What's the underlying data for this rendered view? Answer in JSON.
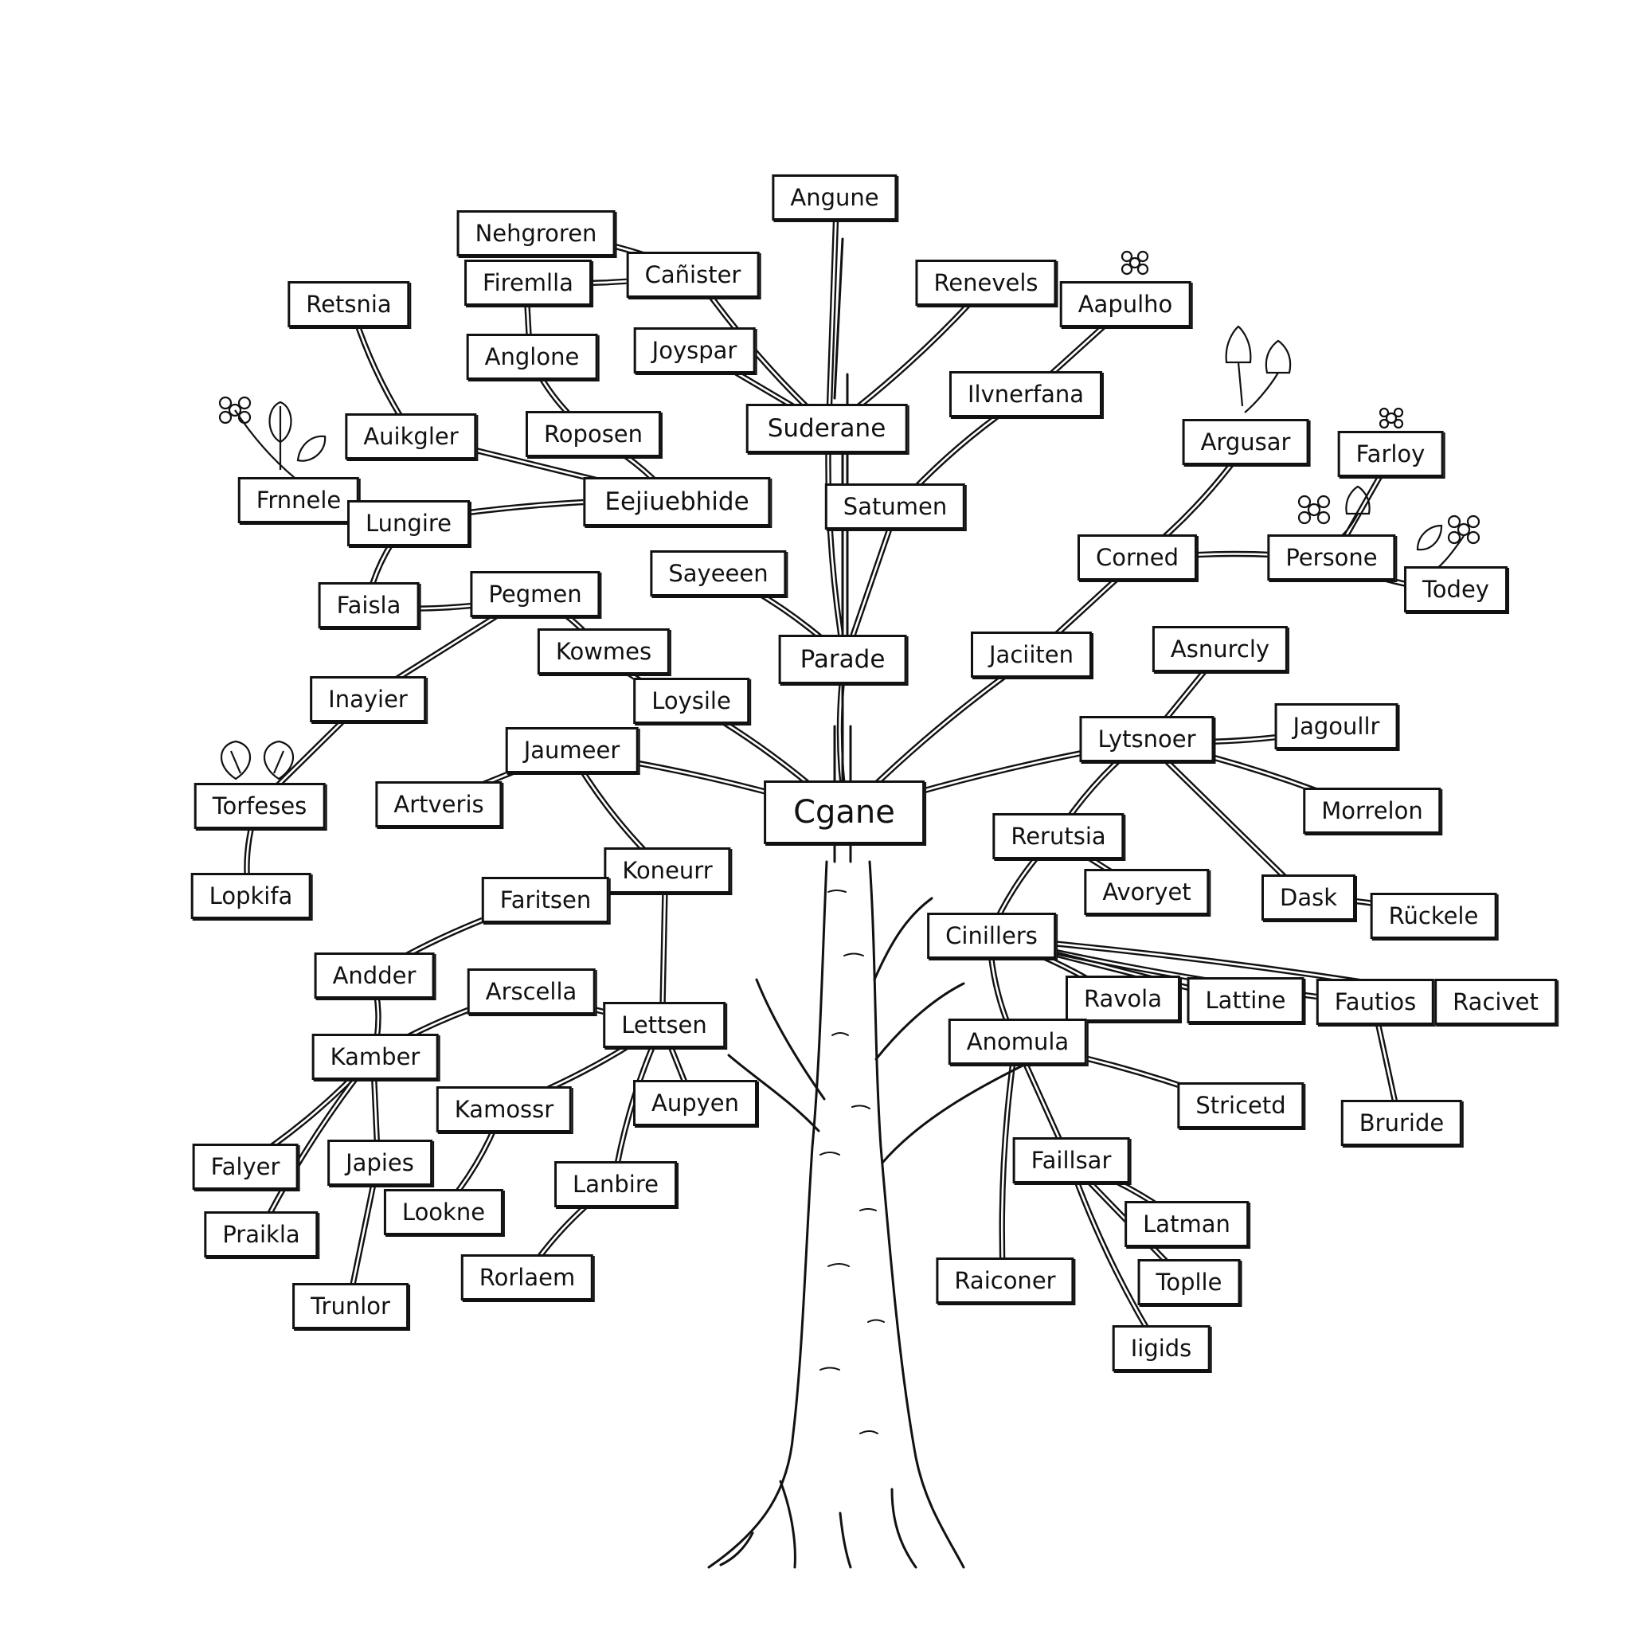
{
  "tree": {
    "root": "Cgane",
    "nodes": [
      {
        "id": "cgane",
        "label": "Cgane"
      },
      {
        "id": "parade",
        "label": "Parade"
      },
      {
        "id": "suderane",
        "label": "Suderane"
      },
      {
        "id": "angune",
        "label": "Angune"
      },
      {
        "id": "renevels",
        "label": "Renevels"
      },
      {
        "id": "canister",
        "label": "Cañister"
      },
      {
        "id": "nehgroren",
        "label": "Nehgroren"
      },
      {
        "id": "firemlla",
        "label": "Firemlla"
      },
      {
        "id": "anglone",
        "label": "Anglone"
      },
      {
        "id": "joyspar",
        "label": "Joyspar"
      },
      {
        "id": "reposen",
        "label": "Roposen"
      },
      {
        "id": "retsnia",
        "label": "Retsnia"
      },
      {
        "id": "auikgler",
        "label": "Auikgler"
      },
      {
        "id": "frnnele",
        "label": "Frnnele"
      },
      {
        "id": "lungire",
        "label": "Lungire"
      },
      {
        "id": "eejiuebhide",
        "label": "Eejiuebhide"
      },
      {
        "id": "satumen",
        "label": "Satumen"
      },
      {
        "id": "sayeeen",
        "label": "Sayeeen"
      },
      {
        "id": "aapulho",
        "label": "Aapulho"
      },
      {
        "id": "ilvnerfana",
        "label": "Ilvnerfana"
      },
      {
        "id": "faisla",
        "label": "Faisla"
      },
      {
        "id": "pegmen",
        "label": "Pegmen"
      },
      {
        "id": "kowmes",
        "label": "Kowmes"
      },
      {
        "id": "loysile",
        "label": "Loysile"
      },
      {
        "id": "inayier",
        "label": "Inayier"
      },
      {
        "id": "torfeses",
        "label": "Torfeses"
      },
      {
        "id": "lopkifa",
        "label": "Lopkifa"
      },
      {
        "id": "jaumeer",
        "label": "Jaumeer"
      },
      {
        "id": "artveris",
        "label": "Artveris"
      },
      {
        "id": "argusar",
        "label": "Argusar"
      },
      {
        "id": "farloy",
        "label": "Farloy"
      },
      {
        "id": "corned",
        "label": "Corned"
      },
      {
        "id": "persone",
        "label": "Persone"
      },
      {
        "id": "todey",
        "label": "Todey"
      },
      {
        "id": "jaciiten",
        "label": "Jaciiten"
      },
      {
        "id": "asnurcly",
        "label": "Asnurcly"
      },
      {
        "id": "lytsnoer",
        "label": "Lytsnoer"
      },
      {
        "id": "jagoullr",
        "label": "Jagoullr"
      },
      {
        "id": "morrelon",
        "label": "Morrelon"
      },
      {
        "id": "rerutsia",
        "label": "Rerutsia"
      },
      {
        "id": "avoryet",
        "label": "Avoryet"
      },
      {
        "id": "dask",
        "label": "Dask"
      },
      {
        "id": "ruckele",
        "label": "Rückele"
      },
      {
        "id": "cinillers",
        "label": "Cinillers"
      },
      {
        "id": "ravola",
        "label": "Ravola"
      },
      {
        "id": "lattine",
        "label": "Lattine"
      },
      {
        "id": "fautios",
        "label": "Fautios"
      },
      {
        "id": "racivet",
        "label": "Racivet"
      },
      {
        "id": "anomula",
        "label": "Anomula"
      },
      {
        "id": "stricetd",
        "label": "Stricetd"
      },
      {
        "id": "bruride",
        "label": "Bruride"
      },
      {
        "id": "faillsar",
        "label": "Faillsar"
      },
      {
        "id": "latman",
        "label": "Latman"
      },
      {
        "id": "raiconer",
        "label": "Raiconer"
      },
      {
        "id": "toplle",
        "label": "Toplle"
      },
      {
        "id": "iigids",
        "label": "Iigids"
      },
      {
        "id": "koneurr",
        "label": "Koneurr"
      },
      {
        "id": "faritsen",
        "label": "Faritsen"
      },
      {
        "id": "andder",
        "label": "Andder"
      },
      {
        "id": "arscella",
        "label": "Arscella"
      },
      {
        "id": "lettsen",
        "label": "Lettsen"
      },
      {
        "id": "kamber",
        "label": "Kamber"
      },
      {
        "id": "kamossr",
        "label": "Kamossr"
      },
      {
        "id": "aupyen",
        "label": "Aupyen"
      },
      {
        "id": "falyer",
        "label": "Falyer"
      },
      {
        "id": "japies",
        "label": "Japies"
      },
      {
        "id": "lookne",
        "label": "Lookne"
      },
      {
        "id": "lanbire",
        "label": "Lanbire"
      },
      {
        "id": "praikla",
        "label": "Praikla"
      },
      {
        "id": "trunlor",
        "label": "Trunlor"
      },
      {
        "id": "rorlaem",
        "label": "Rorlaem"
      }
    ],
    "links": [
      [
        "cgane",
        "parade"
      ],
      [
        "parade",
        "satumen"
      ],
      [
        "parade",
        "sayeeen"
      ],
      [
        "parade",
        "suderane"
      ],
      [
        "suderane",
        "angune"
      ],
      [
        "suderane",
        "renevels"
      ],
      [
        "suderane",
        "canister"
      ],
      [
        "suderane",
        "joyspar"
      ],
      [
        "canister",
        "nehgroren"
      ],
      [
        "canister",
        "firemlla"
      ],
      [
        "firemlla",
        "anglone"
      ],
      [
        "anglone",
        "reposen"
      ],
      [
        "reposen",
        "eejiuebhide"
      ],
      [
        "eejiuebhide",
        "auikgler"
      ],
      [
        "eejiuebhide",
        "lungire"
      ],
      [
        "auikgler",
        "retsnia"
      ],
      [
        "lungire",
        "frnnele"
      ],
      [
        "lungire",
        "faisla"
      ],
      [
        "satumen",
        "ilvnerfana"
      ],
      [
        "ilvnerfana",
        "aapulho"
      ],
      [
        "faisla",
        "pegmen"
      ],
      [
        "pegmen",
        "kowmes"
      ],
      [
        "pegmen",
        "inayier"
      ],
      [
        "kowmes",
        "loysile"
      ],
      [
        "loysile",
        "cgane"
      ],
      [
        "inayier",
        "torfeses"
      ],
      [
        "torfeses",
        "lopkifa"
      ],
      [
        "jaumeer",
        "cgane"
      ],
      [
        "jaumeer",
        "artveris"
      ],
      [
        "jaumeer",
        "koneurr"
      ],
      [
        "cgane",
        "jaciiten"
      ],
      [
        "jaciiten",
        "corned"
      ],
      [
        "corned",
        "argusar"
      ],
      [
        "corned",
        "persone"
      ],
      [
        "persone",
        "farloy"
      ],
      [
        "persone",
        "todey"
      ],
      [
        "cgane",
        "lytsnoer"
      ],
      [
        "lytsnoer",
        "asnurcly"
      ],
      [
        "lytsnoer",
        "jagoullr"
      ],
      [
        "lytsnoer",
        "morrelon"
      ],
      [
        "lytsnoer",
        "dask"
      ],
      [
        "lytsnoer",
        "rerutsia"
      ],
      [
        "dask",
        "ruckele"
      ],
      [
        "rerutsia",
        "avoryet"
      ],
      [
        "rerutsia",
        "cinillers"
      ],
      [
        "cinillers",
        "ravola"
      ],
      [
        "cinillers",
        "lattine"
      ],
      [
        "cinillers",
        "fautios"
      ],
      [
        "cinillers",
        "racivet"
      ],
      [
        "fautios",
        "bruride"
      ],
      [
        "cinillers",
        "anomula"
      ],
      [
        "anomula",
        "stricetd"
      ],
      [
        "anomula",
        "faillsar"
      ],
      [
        "anomula",
        "raiconer"
      ],
      [
        "faillsar",
        "latman"
      ],
      [
        "faillsar",
        "toplle"
      ],
      [
        "faillsar",
        "iigids"
      ],
      [
        "koneurr",
        "faritsen"
      ],
      [
        "koneurr",
        "lettsen"
      ],
      [
        "faritsen",
        "andder"
      ],
      [
        "andder",
        "kamber"
      ],
      [
        "arscella",
        "lettsen"
      ],
      [
        "arscella",
        "kamber"
      ],
      [
        "lettsen",
        "kamossr"
      ],
      [
        "lettsen",
        "aupyen"
      ],
      [
        "lettsen",
        "lanbire"
      ],
      [
        "kamber",
        "falyer"
      ],
      [
        "kamber",
        "japies"
      ],
      [
        "kamber",
        "praikla"
      ],
      [
        "kamossr",
        "lookne"
      ],
      [
        "japies",
        "trunlor"
      ],
      [
        "lanbire",
        "rorlaem"
      ]
    ]
  }
}
